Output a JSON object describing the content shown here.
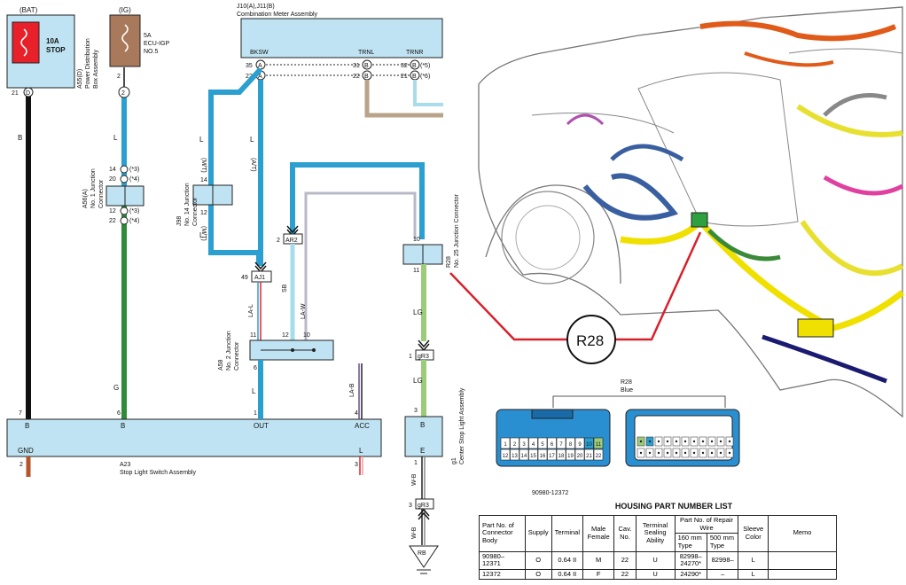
{
  "left": {
    "bat": "(BAT)",
    "ig": "(IG)",
    "fuse_stop_1": "10A",
    "fuse_stop_2": "STOP",
    "fuse_ecu_1": "5A",
    "fuse_ecu_2": "ECU-IGP",
    "fuse_ecu_3": "NO.5",
    "a55_1": "A55(D)",
    "a55_2": "Power Distribution",
    "a55_3": "Box Assembly",
    "pin21": "21",
    "pin21_letter": "D",
    "pin2": "2",
    "pin2_circle": "2",
    "wire_b": "B",
    "wire_l": "L",
    "wire_g": "G",
    "a56_1": "A56(A)",
    "a56_2": "No. 1 Junction",
    "a56_3": "Connector",
    "a56_p1": "14",
    "a56_p2": "20",
    "a56_p3": "12",
    "a56_p4": "22",
    "a56_l": "A",
    "a56_v1": "(*3)",
    "a56_v2": "(*4)",
    "a23_pin7": "7",
    "a23_pin6": "6",
    "a23_pin1": "1",
    "a23_pin4": "4",
    "a23_b1": "B",
    "a23_b2": "B",
    "a23_out": "OUT",
    "a23_acc": "ACC",
    "a23_gnd": "GND",
    "a23_l": "L",
    "a23_pin2": "2",
    "a23_pin3": "3",
    "a23_name_1": "A23",
    "a23_name_2": "Stop Light Switch Assembly"
  },
  "center": {
    "meter_1": "J10(A),J11(B)",
    "meter_2": "Combination Meter Assembly",
    "bksw": "BKSW",
    "trnl": "TRNL",
    "trnr": "TRNR",
    "p35": "35",
    "p22": "22",
    "p31": "31",
    "p22b": "22",
    "p32": "32",
    "p21": "21",
    "pa": "A",
    "pb": "B",
    "v5": "(*5)",
    "v6": "(*6)",
    "wl": "L",
    "wmt": "(M/T)",
    "wat": "(A/T)",
    "j98_1": "J98",
    "j98_2": "No. 14 Junction",
    "j98_3": "Connector",
    "j98_p14": "14",
    "j98_p12": "12",
    "aj1": "AJ1",
    "aj1_pin": "49",
    "ar2": "AR2",
    "ar2_pin": "2",
    "w_sb": "SB",
    "w_lal": "LA-L",
    "w_law": "LA-W",
    "w_lab": "LA-B",
    "a58_1": "A58",
    "a58_2": "No. 2 Junction",
    "a58_3": "Connector",
    "a58_p11": "11",
    "a58_p12": "12",
    "a58_p10": "10",
    "a58_p6": "6",
    "r28_p10": "10",
    "r28_p11": "11",
    "r28_1": "R28",
    "r28_2": "No. 25 Junction Connector",
    "w_lg": "LG",
    "gr3": "gR3",
    "gr3_p1": "1",
    "gr3_p3": "3",
    "g1_pin3": "3",
    "g1_pin1": "1",
    "g1_b": "B",
    "g1_e": "E",
    "g1_1": "g1",
    "g1_2": "Center Stop Light Assembly",
    "w_wb": "W-B",
    "rb": "RB"
  },
  "right": {
    "callout": "R28",
    "conn_title": "R28",
    "conn_color": "Blue",
    "pins_top": [
      "1",
      "2",
      "3",
      "4",
      "5",
      "6",
      "7",
      "8",
      "9",
      "10",
      "11"
    ],
    "pins_bot": [
      "12",
      "13",
      "14",
      "15",
      "16",
      "17",
      "18",
      "19",
      "20",
      "21",
      "22"
    ],
    "part_no": "90980-12372",
    "table_title": "HOUSING PART NUMBER LIST"
  },
  "table": {
    "h_part": "Part No. of Connector Body",
    "h_supply": "Supply",
    "h_terminal": "Terminal",
    "h_mf": "Male Female",
    "h_cav": "Cav. No.",
    "h_tsa": "Terminal Sealing Ability",
    "h_repair": "Part No. of Repair Wire",
    "h_160": "160 mm Type",
    "h_500": "500 mm Type",
    "h_sleeve": "Sleeve Color",
    "h_memo": "Memo",
    "rows": [
      {
        "part": "90980–12371",
        "supply": "O",
        "terminal": "0.64 II",
        "mf": "M",
        "cav": "22",
        "tsa": "U",
        "w160": "82998–24270*",
        "w500": "82998–",
        "sleeve": "L",
        "memo": ""
      },
      {
        "part": "12372",
        "supply": "O",
        "terminal": "0.64 II",
        "mf": "F",
        "cav": "22",
        "tsa": "U",
        "w160": "24290*",
        "w500": "–",
        "sleeve": "L",
        "memo": ""
      }
    ],
    "w500_row1b": "–"
  },
  "colors": {
    "blue": "#2a9fd0",
    "green": "#2e8b3a",
    "black": "#111111",
    "red": "#e8202a",
    "lightgreen": "#9ccc7a",
    "tan": "#b9a38a",
    "lightblue": "#a8dcea"
  }
}
